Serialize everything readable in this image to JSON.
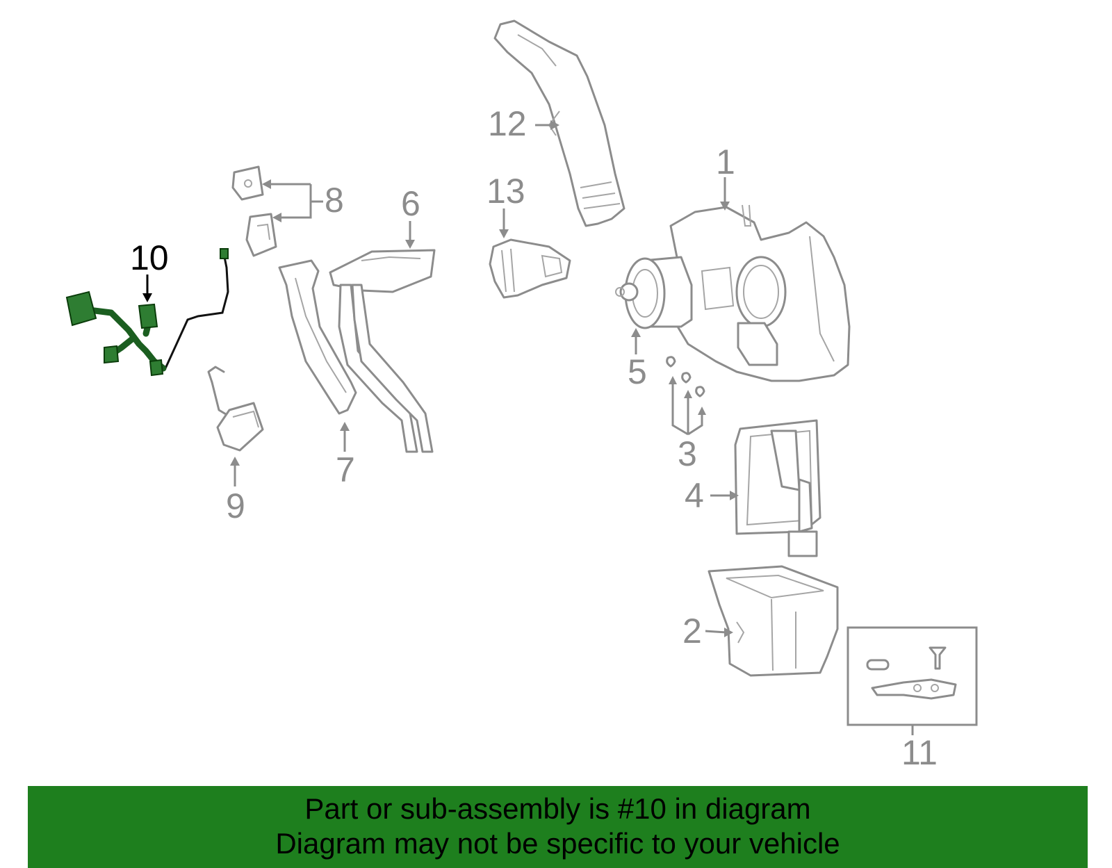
{
  "diagram": {
    "callouts": [
      {
        "id": "1",
        "text": "1"
      },
      {
        "id": "2",
        "text": "2"
      },
      {
        "id": "3",
        "text": "3"
      },
      {
        "id": "4",
        "text": "4"
      },
      {
        "id": "5",
        "text": "5"
      },
      {
        "id": "6",
        "text": "6"
      },
      {
        "id": "7",
        "text": "7"
      },
      {
        "id": "8",
        "text": "8"
      },
      {
        "id": "9",
        "text": "9"
      },
      {
        "id": "10",
        "text": "10"
      },
      {
        "id": "11",
        "text": "11"
      },
      {
        "id": "12",
        "text": "12"
      },
      {
        "id": "13",
        "text": "13"
      }
    ],
    "highlighted_part": "10",
    "colors": {
      "part_outline": "#8c8c8c",
      "highlight_part": "#2e7d32",
      "highlight_label": "#000000",
      "banner_background": "#1e7f1e"
    }
  },
  "banner": {
    "line1": "Part or sub-assembly is #10 in diagram",
    "line2": "Diagram may not be specific to your vehicle"
  }
}
